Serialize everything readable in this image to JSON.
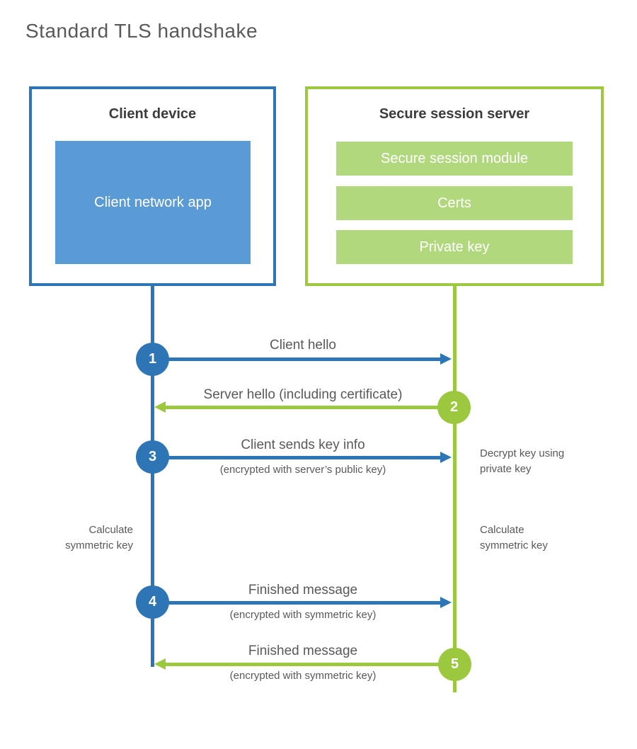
{
  "title": "Standard TLS handshake",
  "colors": {
    "blue": "#2e75b6",
    "blue_light": "#5b9bd5",
    "green": "#9bc83f",
    "green_light": "#b2d87e",
    "text_dark": "#3c3c3c",
    "text_gray": "#58595b"
  },
  "client": {
    "title": "Client device",
    "app_label": "Client network app"
  },
  "server": {
    "title": "Secure session server",
    "modules": [
      "Secure session module",
      "Certs",
      "Private key"
    ]
  },
  "steps": [
    {
      "num": "1",
      "from": "client",
      "direction": "right",
      "label": "Client hello",
      "sublabel": ""
    },
    {
      "num": "2",
      "from": "server",
      "direction": "left",
      "label": "Server hello (including certificate)",
      "sublabel": ""
    },
    {
      "num": "3",
      "from": "client",
      "direction": "right",
      "label": "Client sends key info",
      "sublabel": "(encrypted with server’s public key)"
    },
    {
      "num": "4",
      "from": "client",
      "direction": "right",
      "label": "Finished message",
      "sublabel": "(encrypted with symmetric key)"
    },
    {
      "num": "5",
      "from": "server",
      "direction": "left",
      "label": "Finished message",
      "sublabel": "(encrypted with symmetric key)"
    }
  ],
  "notes": {
    "decrypt": "Decrypt key using private key",
    "calc_left": "Calculate symmetric key",
    "calc_right": "Calculate symmetric key"
  }
}
